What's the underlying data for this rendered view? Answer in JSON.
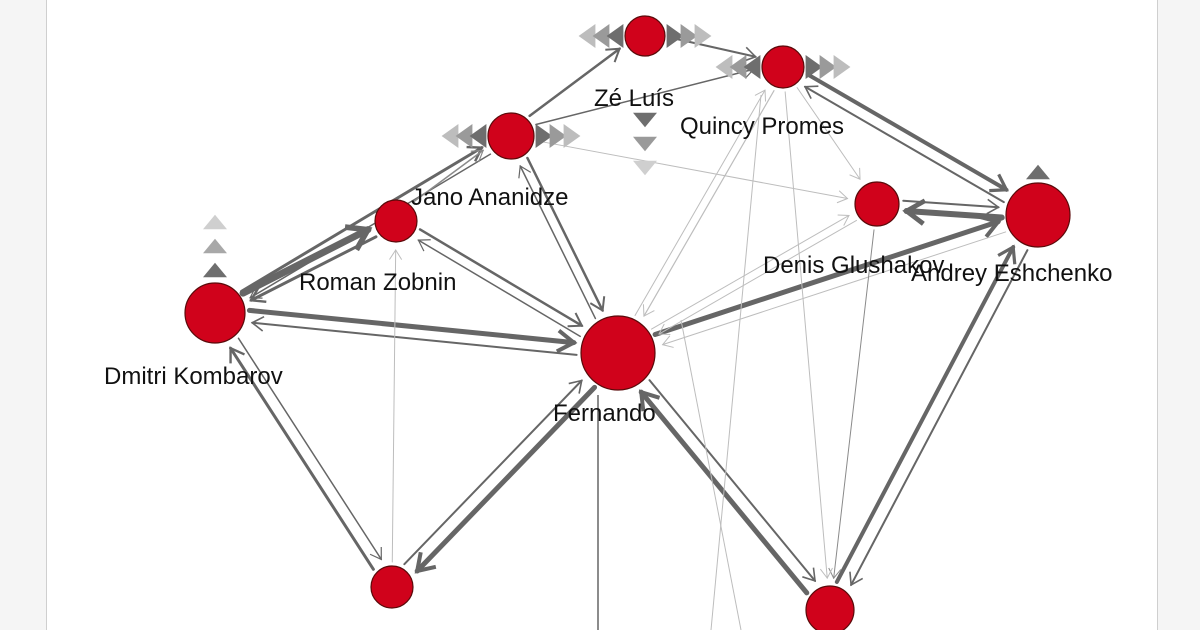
{
  "nodes": [
    {
      "id": "fernando",
      "label": "Fernando"
    },
    {
      "id": "eshchenko",
      "label": "Andrey Eshchenko"
    },
    {
      "id": "kombarov",
      "label": "Dmitri Kombarov"
    },
    {
      "id": "zobnin",
      "label": "Roman Zobnin"
    },
    {
      "id": "ananidze",
      "label": "Jano Ananidze"
    },
    {
      "id": "glushakov",
      "label": "Denis Glushakov"
    },
    {
      "id": "promes",
      "label": "Quincy Promes"
    },
    {
      "id": "zeluis",
      "label": "Zé Luís"
    },
    {
      "id": "bottom_left",
      "label": ""
    },
    {
      "id": "bottom_right",
      "label": ""
    }
  ],
  "colors": {
    "node_fill": "#d0021b",
    "edge_dark": "#666666",
    "edge_mid": "#8a8a8a",
    "edge_light": "#bdbdbd"
  }
}
